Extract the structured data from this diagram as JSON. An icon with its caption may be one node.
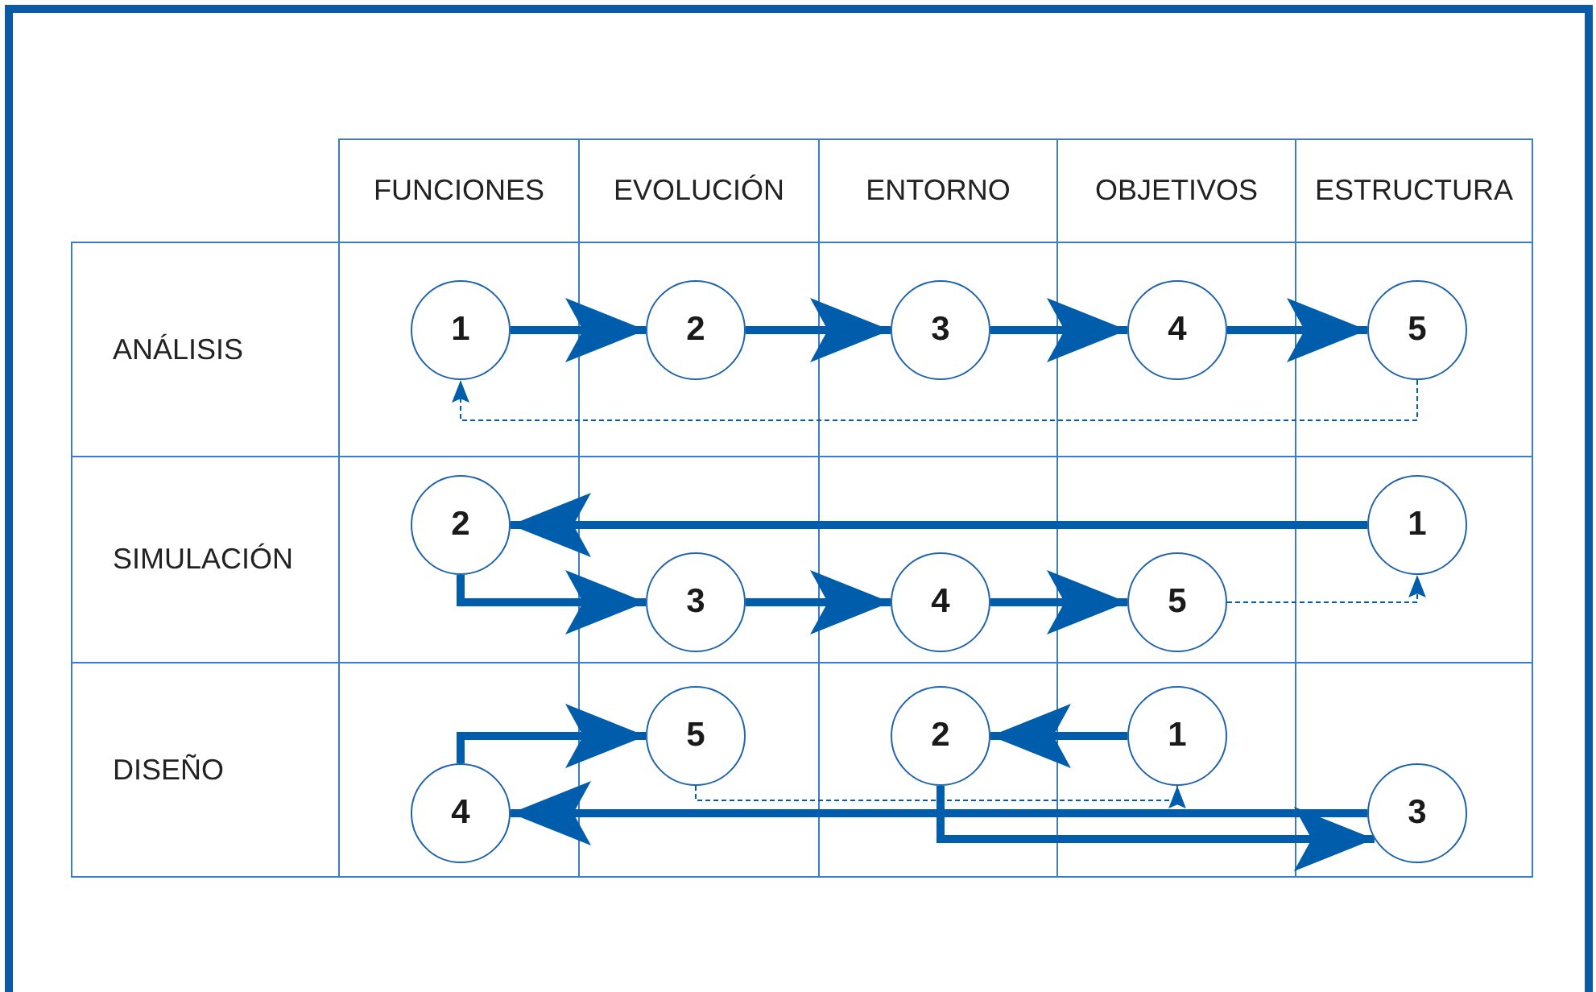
{
  "diagram": {
    "nodes": [
      {
        "text": [
          "1"
        ]
      },
      {
        "text": [
          "2"
        ]
      },
      {
        "text": [
          "3"
        ]
      },
      {
        "text": [
          "4"
        ]
      },
      {
        "text": [
          "5"
        ]
      },
      {
        "text": [
          "2"
        ]
      },
      {
        "text": [
          "1"
        ]
      },
      {
        "text": [
          "3"
        ]
      },
      {
        "text": [
          "4"
        ]
      },
      {
        "text": [
          "5"
        ]
      },
      {
        "text": [
          "5"
        ]
      },
      {
        "text": [
          "2"
        ]
      },
      {
        "text": [
          "1"
        ]
      },
      {
        "text": [
          "4"
        ]
      },
      {
        "text": [
          "3"
        ]
      }
    ],
    "edges": [
      {
        "from": 0,
        "to": 1,
        "arrow": "to"
      },
      {
        "from": 1,
        "to": 2,
        "arrow": "to"
      },
      {
        "from": 2,
        "to": 3,
        "arrow": "to"
      },
      {
        "from": 3,
        "to": 4,
        "arrow": "to"
      },
      {
        "from": 4,
        "to": 0,
        "arrow": "to",
        "style": "dashed"
      },
      {
        "from": 6,
        "to": 5,
        "arrow": "to"
      },
      {
        "from": 5,
        "to": 7,
        "arrow": "to"
      },
      {
        "from": 7,
        "to": 8,
        "arrow": "to"
      },
      {
        "from": 8,
        "to": 9,
        "arrow": "to"
      },
      {
        "from": 9,
        "to": 6,
        "arrow": "to",
        "style": "dashed"
      },
      {
        "from": 12,
        "to": 11,
        "arrow": "to"
      },
      {
        "from": 11,
        "to": 14,
        "arrow": "to"
      },
      {
        "from": 14,
        "to": 13,
        "arrow": "to"
      },
      {
        "from": 13,
        "to": 10,
        "arrow": "to"
      },
      {
        "from": 10,
        "to": 12,
        "arrow": "to",
        "style": "dashed"
      }
    ],
    "labels": [
      "FUNCIONES",
      "EVOLUCIÓN",
      "ENTORNO",
      "OBJETIVOS",
      "ESTRUCTURA",
      "ANÁLISIS",
      "SIMULACIÓN",
      "DISEÑO"
    ]
  }
}
